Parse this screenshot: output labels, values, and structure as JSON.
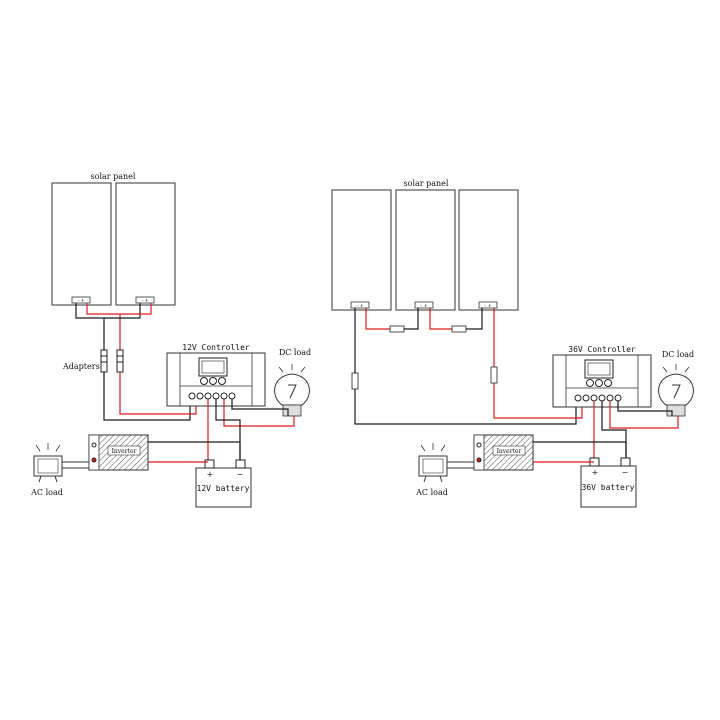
{
  "colors": {
    "wire_positive": "#e01b1b",
    "wire_negative": "#1a1a1a",
    "outline": "#333333"
  },
  "left_system": {
    "panel_label": "solar panel",
    "adapters_label": "Adapters",
    "controller_label": "12V Controller",
    "dc_load_label": "DC load",
    "inverter_label": "Inverter",
    "ac_load_label": "AC load",
    "battery_label": "12V battery",
    "battery_plus": "+",
    "battery_minus": "−",
    "panel_terminals": "-   +"
  },
  "right_system": {
    "panel_label": "solar panel",
    "controller_label": "36V Controller",
    "dc_load_label": "DC load",
    "inverter_label": "Inverter",
    "ac_load_label": "AC load",
    "battery_label": "36V battery",
    "battery_plus": "+",
    "battery_minus": "−",
    "panel_terminals": "-   +"
  }
}
